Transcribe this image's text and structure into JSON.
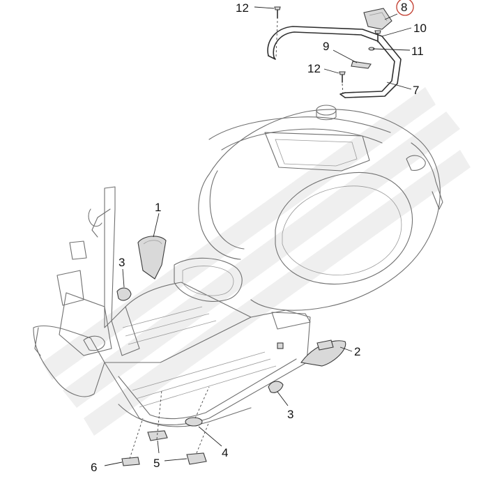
{
  "callouts": [
    {
      "id": "12a",
      "label": "12"
    },
    {
      "id": "8",
      "label": "8",
      "highlighted": true
    },
    {
      "id": "10",
      "label": "10"
    },
    {
      "id": "9",
      "label": "9"
    },
    {
      "id": "11",
      "label": "11"
    },
    {
      "id": "12b",
      "label": "12"
    },
    {
      "id": "7",
      "label": "7"
    },
    {
      "id": "1",
      "label": "1"
    },
    {
      "id": "3a",
      "label": "3"
    },
    {
      "id": "2",
      "label": "2"
    },
    {
      "id": "3b",
      "label": "3"
    },
    {
      "id": "4",
      "label": "4"
    },
    {
      "id": "5",
      "label": "5"
    },
    {
      "id": "6",
      "label": "6"
    }
  ],
  "colors": {
    "highlight_circle": "#c0392b",
    "line": "#6f6f6f",
    "text": "#111111"
  }
}
